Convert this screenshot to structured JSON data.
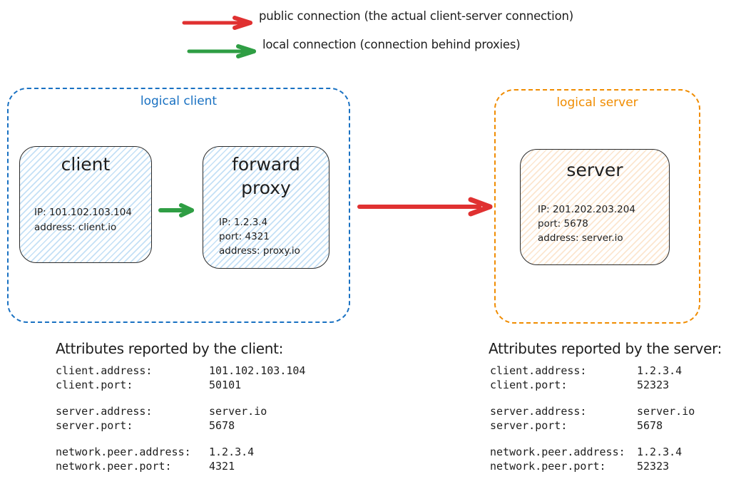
{
  "colors": {
    "red": "#e03131",
    "green": "#2f9e44",
    "blue": "#1971c2",
    "orange": "#f08c00",
    "node_border": "#2b2b2b",
    "client_fill": "#d5e9f8",
    "server_fill": "#fbe6d0"
  },
  "legend": {
    "public": {
      "label": "public connection (the actual client-server connection)",
      "color": "#e03131"
    },
    "local": {
      "label": "local connection (connection behind proxies)",
      "color": "#2f9e44"
    }
  },
  "logical_client": {
    "label": "logical client",
    "client_node": {
      "title": "client",
      "lines": [
        "IP: 101.102.103.104",
        "address: client.io"
      ]
    },
    "proxy_node": {
      "title": "forward proxy",
      "lines": [
        "IP: 1.2.3.4",
        "port: 4321",
        "address: proxy.io"
      ]
    }
  },
  "logical_server": {
    "label": "logical server",
    "server_node": {
      "title": "server",
      "lines": [
        "IP: 201.202.203.204",
        "port: 5678",
        "address: server.io"
      ]
    }
  },
  "attributes_client": {
    "heading": "Attributes reported by the client:",
    "groups": [
      [
        {
          "key": "client.address:",
          "value": "101.102.103.104"
        },
        {
          "key": "client.port:",
          "value": "50101"
        }
      ],
      [
        {
          "key": "server.address:",
          "value": "server.io"
        },
        {
          "key": "server.port:",
          "value": "5678"
        }
      ],
      [
        {
          "key": "network.peer.address:",
          "value": "1.2.3.4"
        },
        {
          "key": "network.peer.port:",
          "value": "4321"
        }
      ]
    ]
  },
  "attributes_server": {
    "heading": "Attributes reported by the server:",
    "groups": [
      [
        {
          "key": "client.address:",
          "value": "1.2.3.4"
        },
        {
          "key": "client.port:",
          "value": "52323"
        }
      ],
      [
        {
          "key": "server.address:",
          "value": "server.io"
        },
        {
          "key": "server.port:",
          "value": "5678"
        }
      ],
      [
        {
          "key": "network.peer.address:",
          "value": "1.2.3.4"
        },
        {
          "key": "network.peer.port:",
          "value": "52323"
        }
      ]
    ]
  }
}
